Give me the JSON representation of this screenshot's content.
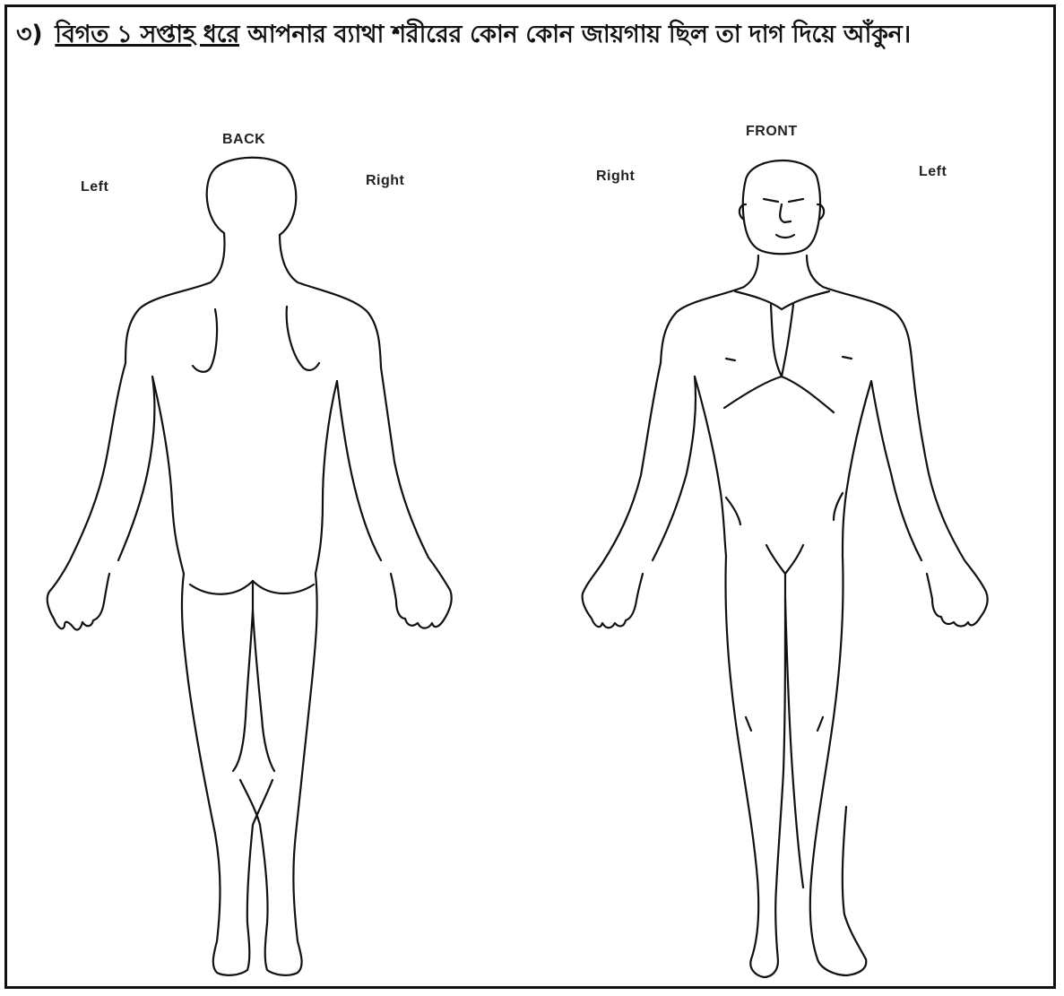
{
  "question": {
    "number": "৩)",
    "underlined": "বিগত ১ সপ্তাহ ধরে",
    "rest": " আপনার ব্যাথা শরীরের কোন কোন জায়গায় ছিল তা দাগ দিয়ে আঁকুন।"
  },
  "back_view": {
    "title": "BACK",
    "side_left": "Left",
    "side_right": "Right"
  },
  "front_view": {
    "title": "FRONT",
    "side_left": "Right",
    "side_right": "Left"
  }
}
